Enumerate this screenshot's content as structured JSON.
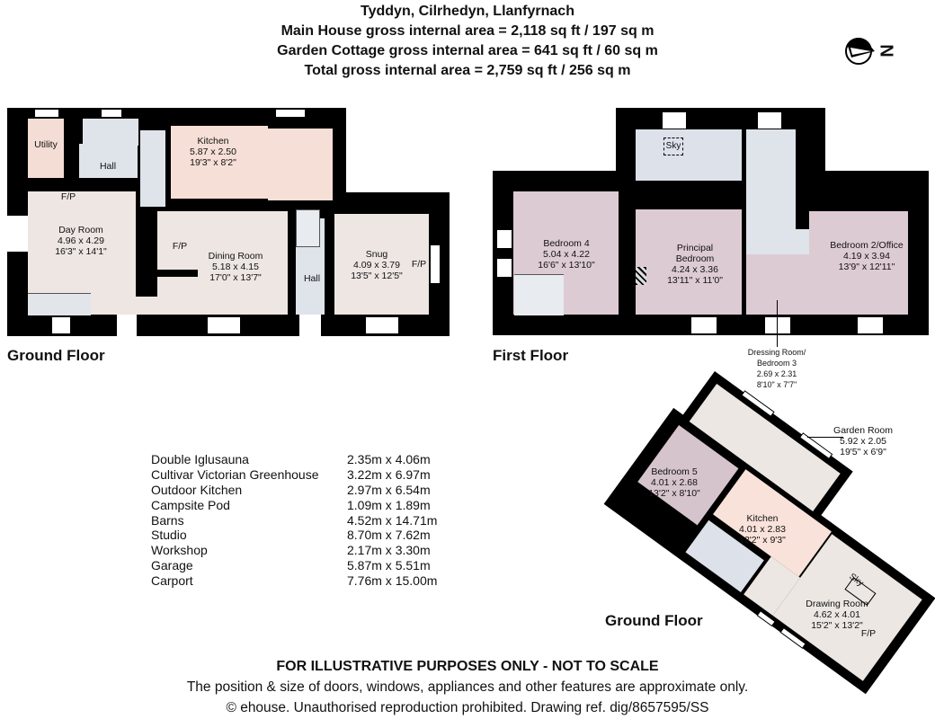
{
  "header": {
    "title": "Tyddyn, Cilrhedyn, Llanfyrnach",
    "line2": "Main House gross internal area = 2,118 sq ft / 197 sq m",
    "line3": "Garden Cottage gross internal area = 641 sq ft / 60 sq m",
    "line4": "Total gross internal area = 2,759 sq ft / 256 sq m"
  },
  "compass": {
    "letter": "N",
    "icon": "compass-north-icon"
  },
  "ground_floor": {
    "label": "Ground Floor",
    "rooms": {
      "utility": {
        "name": "Utility"
      },
      "hall1": {
        "name": "Hall"
      },
      "kitchen": {
        "name": "Kitchen",
        "metric": "5.87 x 2.50",
        "imperial": "19'3\" x 8'2\""
      },
      "day_room": {
        "name": "Day Room",
        "metric": "4.96 x 4.29",
        "imperial": "16'3\" x 14'1\""
      },
      "dining_room": {
        "name": "Dining Room",
        "metric": "5.18 x 4.15",
        "imperial": "17'0\" x 13'7\""
      },
      "hall2": {
        "name": "Hall"
      },
      "snug": {
        "name": "Snug",
        "metric": "4.09 x 3.79",
        "imperial": "13'5\" x 12'5\""
      }
    },
    "fp": "F/P"
  },
  "first_floor": {
    "label": "First Floor",
    "sky": "Sky",
    "rooms": {
      "bedroom4": {
        "name": "Bedroom 4",
        "metric": "5.04 x 4.22",
        "imperial": "16'6\" x 13'10\""
      },
      "principal": {
        "name1": "Principal",
        "name2": "Bedroom",
        "metric": "4.24 x 3.36",
        "imperial": "13'11\" x 11'0\""
      },
      "bedroom2": {
        "name": "Bedroom 2/Office",
        "metric": "4.19 x 3.94",
        "imperial": "13'9\" x 12'11\""
      },
      "dressing": {
        "name1": "Dressing Room/",
        "name2": "Bedroom 3",
        "metric": "2.69 x 2.31",
        "imperial": "8'10\" x 7'7\""
      }
    }
  },
  "cottage": {
    "label": "Ground Floor",
    "sky": "Sky",
    "fp": "F/P",
    "rooms": {
      "garden_room": {
        "name": "Garden Room",
        "metric": "5.92 x 2.05",
        "imperial": "19'5\" x 6'9\""
      },
      "bedroom5": {
        "name": "Bedroom 5",
        "metric": "4.01 x 2.68",
        "imperial": "13'2\" x 8'10\""
      },
      "kitchen": {
        "name": "Kitchen",
        "metric": "4.01 x 2.83",
        "imperial": "13'2\" x 9'3\""
      },
      "drawing_room": {
        "name": "Drawing Room",
        "metric": "4.62 x 4.01",
        "imperial": "15'2\" x 13'2\""
      }
    }
  },
  "outbuildings": [
    {
      "name": "Double Iglusauna",
      "size": "2.35m x 4.06m"
    },
    {
      "name": "Cultivar Victorian Greenhouse",
      "size": "3.22m x 6.97m"
    },
    {
      "name": "Outdoor Kitchen",
      "size": "2.97m x 6.54m"
    },
    {
      "name": "Campsite Pod",
      "size": "1.09m x 1.89m"
    },
    {
      "name": "Barns",
      "size": "4.52m x 14.71m"
    },
    {
      "name": "Studio",
      "size": "8.70m x 7.62m"
    },
    {
      "name": "Workshop",
      "size": "2.17m x 3.30m"
    },
    {
      "name": "Garage",
      "size": "5.87m x 5.51m"
    },
    {
      "name": "Carport",
      "size": "7.76m x 15.00m"
    }
  ],
  "footer": {
    "disclaimer": "FOR ILLUSTRATIVE PURPOSES ONLY - NOT TO SCALE",
    "note": "The position & size of doors, windows, appliances and other features are approximate only.",
    "copyright": "© ehouse. Unauthorised reproduction prohibited. Drawing ref. dig/8657595/SS"
  },
  "colors": {
    "wall": "#000000",
    "living": "#ede6e3",
    "kitchen": "#f6dfd6",
    "wet": "#dfe3ea",
    "bedroom": "#ddcbd3"
  }
}
